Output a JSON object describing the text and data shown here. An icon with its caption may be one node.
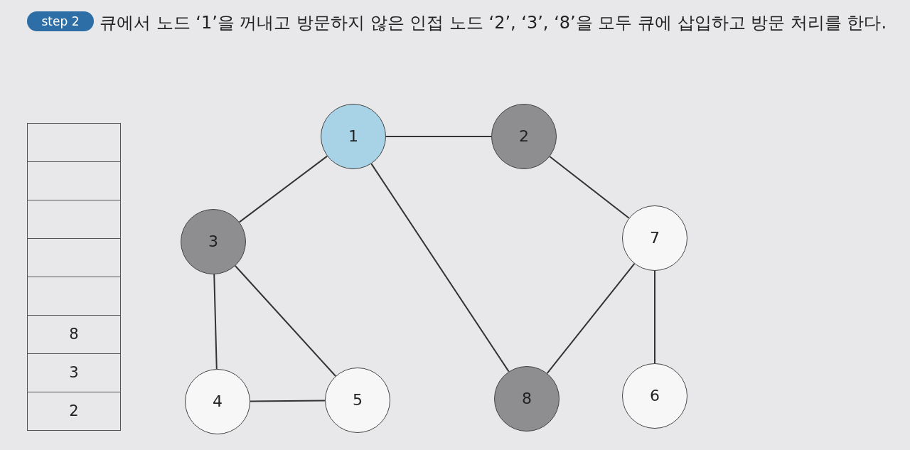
{
  "diagram": {
    "title": "큐에서 노드 ‘1’을 꺼내고 방문하지 않은 인접 노드 ‘2’, ‘3’, ‘8’을 모두 큐에 삽입하고 방문 처리를 한다.",
    "nodes": [
      {
        "text": [
          "1"
        ]
      },
      {
        "text": [
          "2"
        ]
      },
      {
        "text": [
          "3"
        ]
      },
      {
        "text": [
          "7"
        ]
      },
      {
        "text": [
          "4"
        ]
      },
      {
        "text": [
          "5"
        ]
      },
      {
        "text": [
          "8"
        ]
      },
      {
        "text": [
          "6"
        ]
      }
    ],
    "edges": [
      {
        "from": 0,
        "to": 1,
        "arrow": "none"
      },
      {
        "from": 0,
        "to": 2,
        "arrow": "none"
      },
      {
        "from": 0,
        "to": 6,
        "arrow": "none"
      },
      {
        "from": 1,
        "to": 3,
        "arrow": "none"
      },
      {
        "from": 2,
        "to": 4,
        "arrow": "none"
      },
      {
        "from": 2,
        "to": 5,
        "arrow": "none"
      },
      {
        "from": 4,
        "to": 5,
        "arrow": "none"
      },
      {
        "from": 3,
        "to": 6,
        "arrow": "none"
      },
      {
        "from": 3,
        "to": 7,
        "arrow": "none"
      }
    ],
    "labels": [
      "step 2",
      "8",
      "3",
      "2"
    ]
  }
}
